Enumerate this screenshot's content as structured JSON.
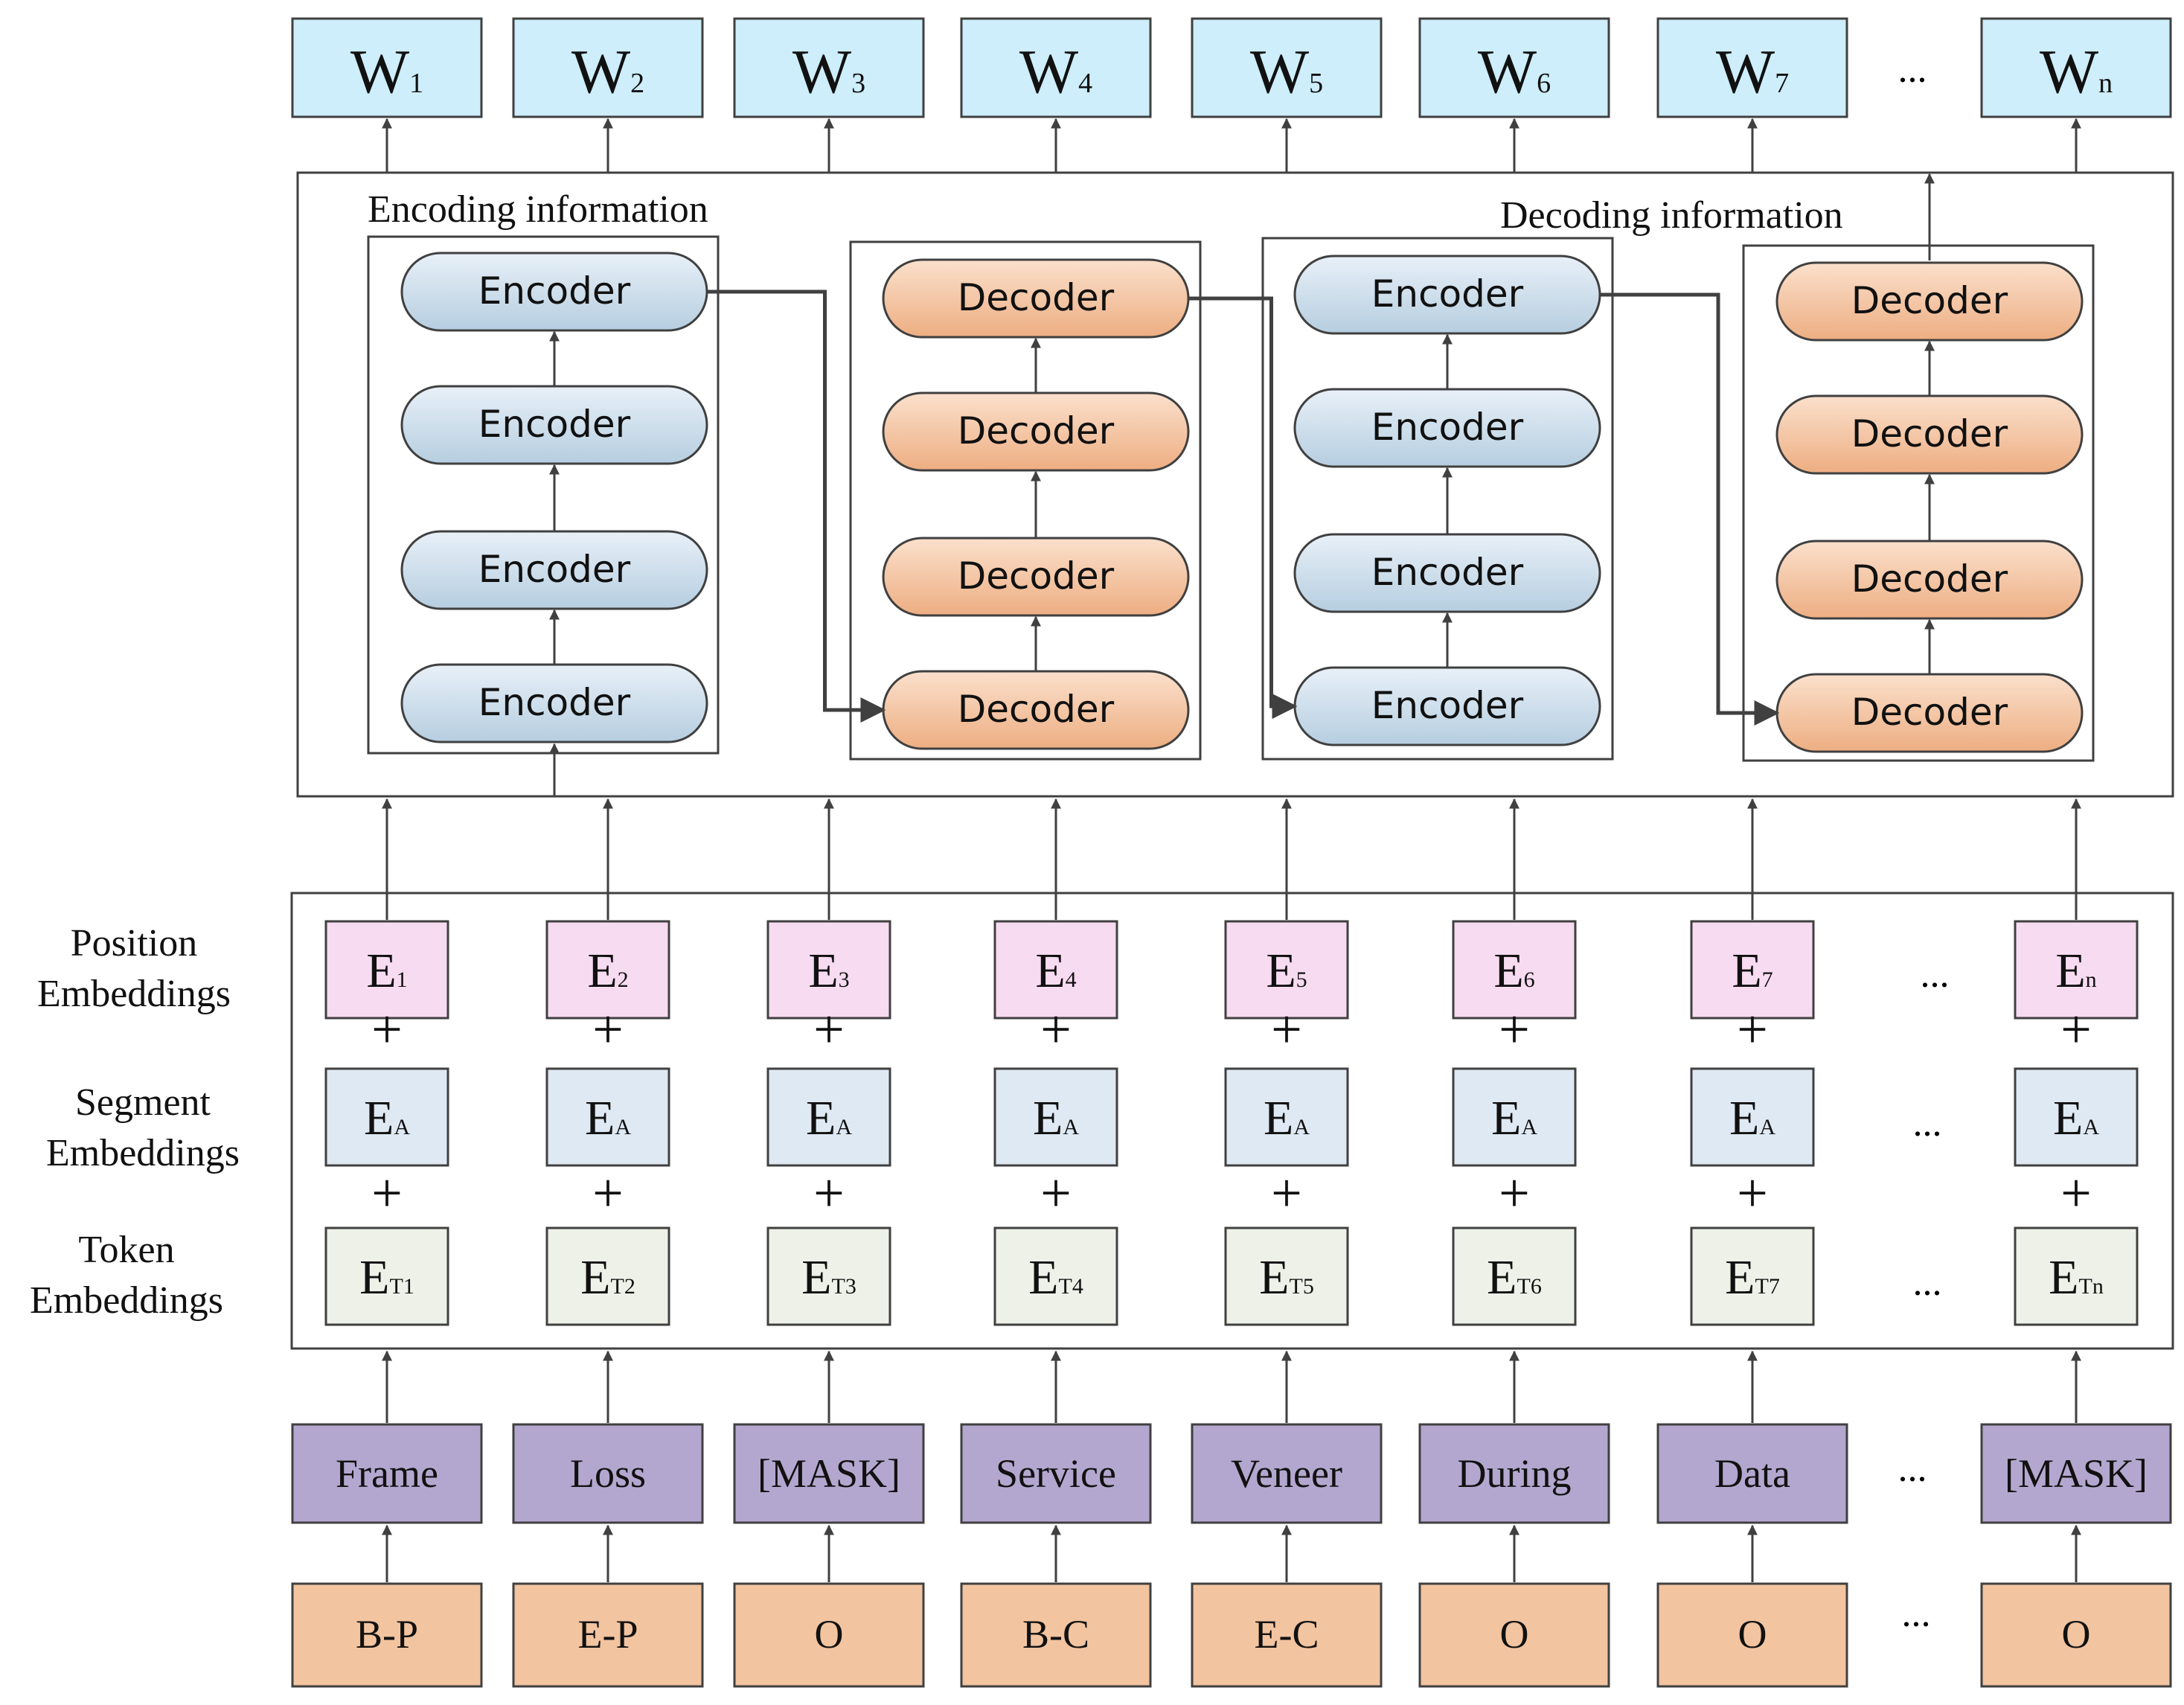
{
  "outputs": [
    {
      "base": "W",
      "sub": "1"
    },
    {
      "base": "W",
      "sub": "2"
    },
    {
      "base": "W",
      "sub": "3"
    },
    {
      "base": "W",
      "sub": "4"
    },
    {
      "base": "W",
      "sub": "5"
    },
    {
      "base": "W",
      "sub": "6"
    },
    {
      "base": "W",
      "sub": "7"
    },
    {
      "base": "W",
      "sub": "n"
    }
  ],
  "ellipsis": "...",
  "panels": {
    "encoding_label": "Encoding information",
    "decoding_label": "Decoding information",
    "encoder_label": "Encoder",
    "decoder_label": "Decoder"
  },
  "stacks": [
    {
      "kind": "encoder",
      "layers": [
        "Encoder",
        "Encoder",
        "Encoder",
        "Encoder"
      ]
    },
    {
      "kind": "decoder",
      "layers": [
        "Decoder",
        "Decoder",
        "Decoder",
        "Decoder"
      ]
    },
    {
      "kind": "encoder",
      "layers": [
        "Encoder",
        "Encoder",
        "Encoder",
        "Encoder"
      ]
    },
    {
      "kind": "decoder",
      "layers": [
        "Decoder",
        "Decoder",
        "Decoder",
        "Decoder"
      ]
    }
  ],
  "row_labels": {
    "position": [
      "Position",
      "Embeddings"
    ],
    "segment": [
      "Segment",
      "Embeddings"
    ],
    "token": [
      "Token",
      "Embeddings"
    ]
  },
  "plus": "+",
  "position_embeddings": [
    {
      "base": "E",
      "sub": "1"
    },
    {
      "base": "E",
      "sub": "2"
    },
    {
      "base": "E",
      "sub": "3"
    },
    {
      "base": "E",
      "sub": "4"
    },
    {
      "base": "E",
      "sub": "5"
    },
    {
      "base": "E",
      "sub": "6"
    },
    {
      "base": "E",
      "sub": "7"
    },
    {
      "base": "E",
      "sub": "n"
    }
  ],
  "segment_embeddings": [
    {
      "base": "E",
      "sub": "A"
    },
    {
      "base": "E",
      "sub": "A"
    },
    {
      "base": "E",
      "sub": "A"
    },
    {
      "base": "E",
      "sub": "A"
    },
    {
      "base": "E",
      "sub": "A"
    },
    {
      "base": "E",
      "sub": "A"
    },
    {
      "base": "E",
      "sub": "A"
    },
    {
      "base": "E",
      "sub": "A"
    }
  ],
  "token_embeddings": [
    {
      "base": "E",
      "sub": "T1"
    },
    {
      "base": "E",
      "sub": "T2"
    },
    {
      "base": "E",
      "sub": "T3"
    },
    {
      "base": "E",
      "sub": "T4"
    },
    {
      "base": "E",
      "sub": "T5"
    },
    {
      "base": "E",
      "sub": "T6"
    },
    {
      "base": "E",
      "sub": "T7"
    },
    {
      "base": "E",
      "sub": "Tn"
    }
  ],
  "tokens": [
    "Frame",
    "Loss",
    "[MASK]",
    "Service",
    "Veneer",
    "During",
    "Data",
    "[MASK]"
  ],
  "tags": [
    "B-P",
    "E-P",
    "O",
    "B-C",
    "E-C",
    "O",
    "O",
    "O"
  ],
  "colors": {
    "output_fill": "#cdeefa",
    "position_fill": "#f7dbf1",
    "segment_fill": "#dfe9f3",
    "token_fill": "#eef1e8",
    "word_fill": "#b4a7cf",
    "tag_fill": "#f2c4a0",
    "encoder_top": "#e8f0f8",
    "encoder_bottom": "#b6cee0",
    "decoder_top": "#fbe0cc",
    "decoder_bottom": "#edae82",
    "line": "#404040"
  }
}
